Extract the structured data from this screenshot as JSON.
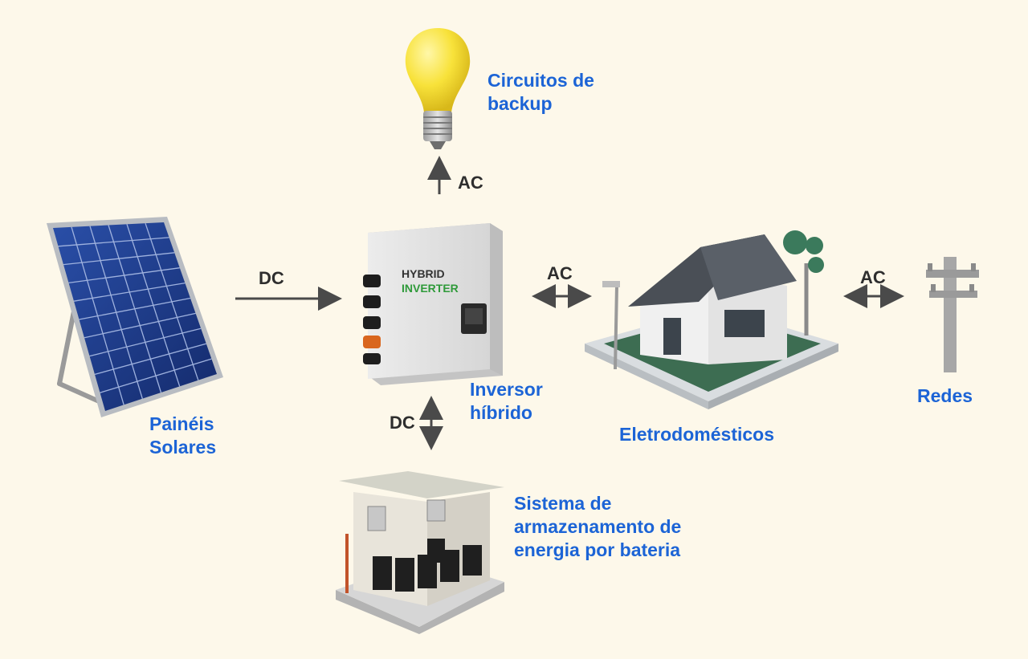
{
  "nodes": {
    "backup": {
      "label": "Circuitos de\nbackup",
      "icon": "light-bulb-icon"
    },
    "solar": {
      "label": "Painéis\nSolares",
      "icon": "solar-panel-icon"
    },
    "inverter": {
      "label": "Inversor\nhíbrido",
      "icon": "hybrid-inverter-icon",
      "device_text_1": "HYBRID",
      "device_text_2": "INVERTER"
    },
    "appliances": {
      "label": "Eletrodomésticos",
      "icon": "house-icon"
    },
    "grid": {
      "label": "Redes",
      "icon": "utility-pole-icon"
    },
    "battery": {
      "label": "Sistema de\narmazenamento de\nenergia por bateria",
      "icon": "battery-storage-icon"
    }
  },
  "edges": {
    "solar_to_inverter": "DC",
    "inverter_to_backup": "AC",
    "inverter_to_appliances": "AC",
    "appliances_to_grid": "AC",
    "inverter_to_battery": "DC"
  },
  "colors": {
    "background": "#fdf8ea",
    "label_blue": "#1c64d6",
    "arrow": "#4a4a4a",
    "inverter_green": "#2f9a3a"
  }
}
